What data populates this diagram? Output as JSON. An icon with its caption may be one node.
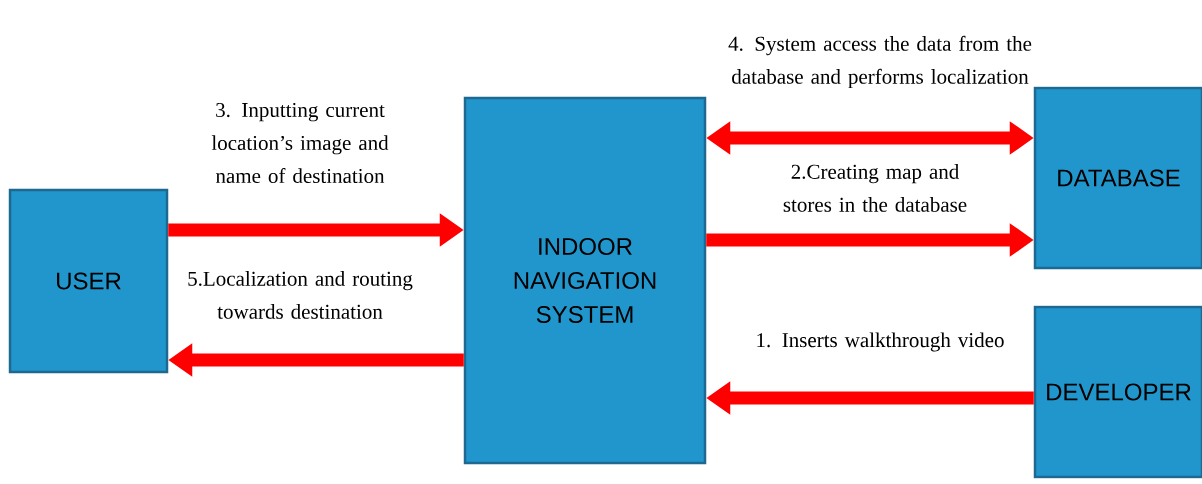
{
  "diagram": {
    "nodes": [
      {
        "text": [
          "USER"
        ]
      },
      {
        "text": [
          "INDOOR NAVIGATION SYSTEM"
        ]
      },
      {
        "text": [
          "DATABASE"
        ]
      },
      {
        "text": [
          "DEVELOPER"
        ]
      }
    ],
    "edges": [
      {
        "from": 0,
        "to": 1,
        "arrow": "to",
        "label": "3. Inputting current location’s image and name of destination"
      },
      {
        "from": 1,
        "to": 0,
        "arrow": "to",
        "label": "5.Localization and routing towards destination"
      },
      {
        "from": 1,
        "to": 2,
        "arrow": "both",
        "label": "4. System access the data from the database and performs localization"
      },
      {
        "from": 1,
        "to": 2,
        "arrow": "to",
        "label": "2.Creating map and stores in the database"
      },
      {
        "from": 3,
        "to": 1,
        "arrow": "to",
        "label": "1. Inserts walkthrough video"
      }
    ]
  }
}
